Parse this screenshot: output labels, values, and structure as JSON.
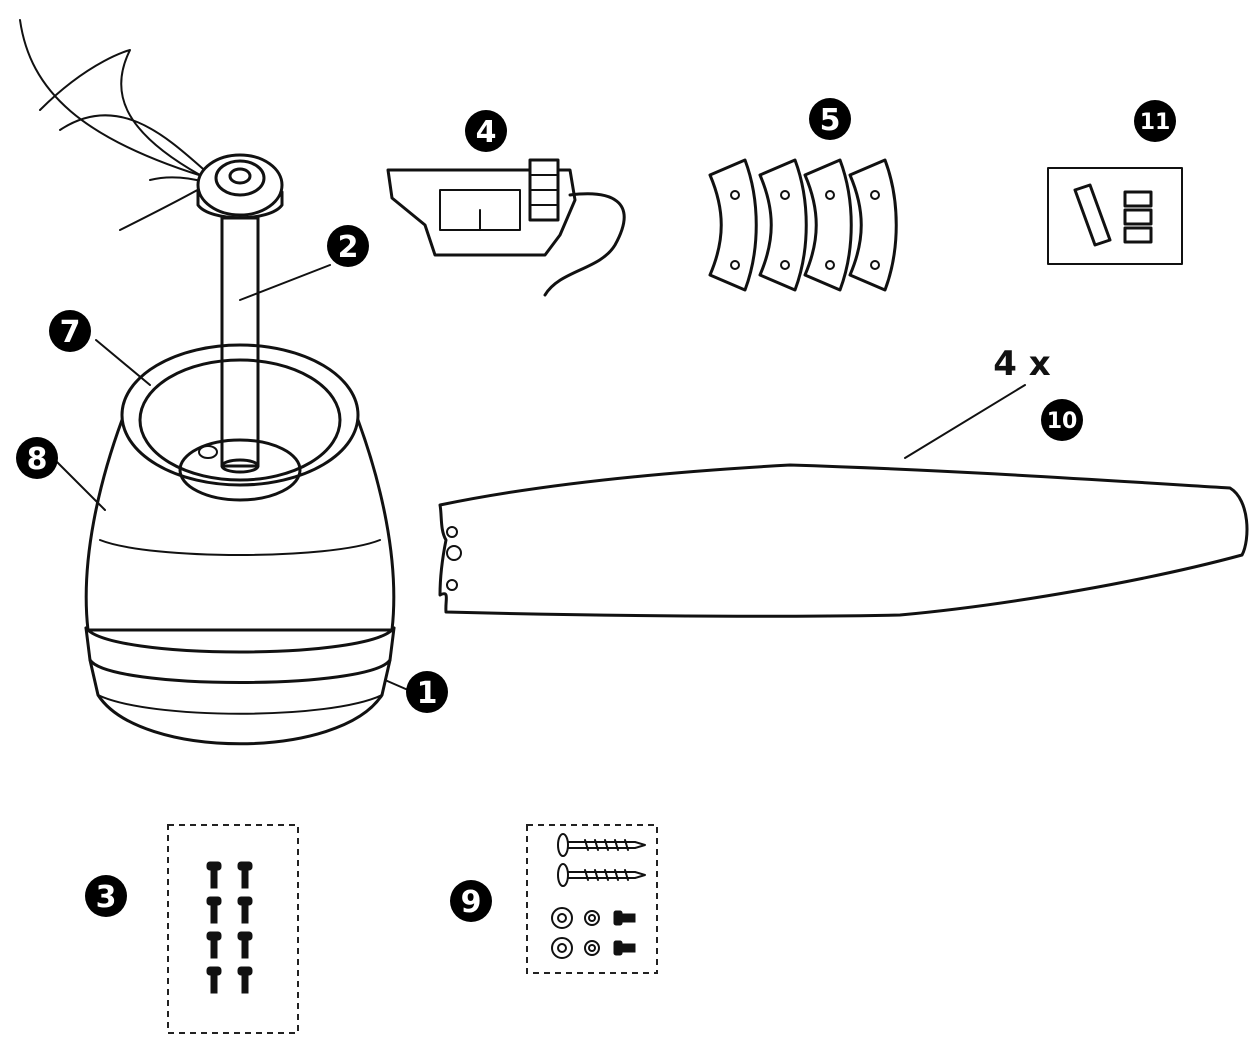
{
  "parts": [
    {
      "id": "1",
      "label": "1"
    },
    {
      "id": "2",
      "label": "2"
    },
    {
      "id": "3",
      "label": "3"
    },
    {
      "id": "4",
      "label": "4"
    },
    {
      "id": "5",
      "label": "5"
    },
    {
      "id": "7",
      "label": "7"
    },
    {
      "id": "8",
      "label": "8"
    },
    {
      "id": "9",
      "label": "9"
    },
    {
      "id": "10",
      "label": "10"
    },
    {
      "id": "11",
      "label": "11"
    }
  ],
  "blade_quantity": "4 x"
}
